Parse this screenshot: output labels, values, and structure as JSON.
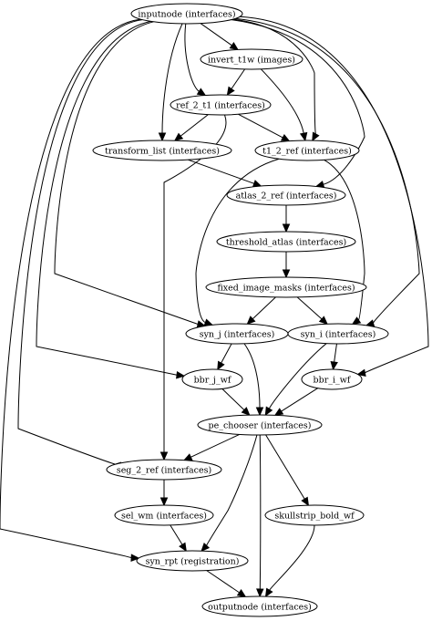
{
  "nodes": [
    {
      "id": "inputnode",
      "label": "inputnode (interfaces)"
    },
    {
      "id": "invert_t1w",
      "label": "invert_t1w (images)"
    },
    {
      "id": "ref_2_t1",
      "label": "ref_2_t1 (interfaces)"
    },
    {
      "id": "transform_list",
      "label": "transform_list (interfaces)"
    },
    {
      "id": "t1_2_ref",
      "label": "t1_2_ref (interfaces)"
    },
    {
      "id": "atlas_2_ref",
      "label": "atlas_2_ref (interfaces)"
    },
    {
      "id": "threshold_atlas",
      "label": "threshold_atlas (interfaces)"
    },
    {
      "id": "fixed_image_masks",
      "label": "fixed_image_masks (interfaces)"
    },
    {
      "id": "syn_j",
      "label": "syn_j (interfaces)"
    },
    {
      "id": "syn_i",
      "label": "syn_i (interfaces)"
    },
    {
      "id": "bbr_j_wf",
      "label": "bbr_j_wf"
    },
    {
      "id": "bbr_i_wf",
      "label": "bbr_i_wf"
    },
    {
      "id": "pe_chooser",
      "label": "pe_chooser (interfaces)"
    },
    {
      "id": "seg_2_ref",
      "label": "seg_2_ref (interfaces)"
    },
    {
      "id": "sel_wm",
      "label": "sel_wm (interfaces)"
    },
    {
      "id": "skullstrip_bold_wf",
      "label": "skullstrip_bold_wf"
    },
    {
      "id": "syn_rpt",
      "label": "syn_rpt (registration)"
    },
    {
      "id": "outputnode",
      "label": "outputnode (interfaces)"
    }
  ],
  "edges": [
    {
      "from": "inputnode",
      "to": "invert_t1w"
    },
    {
      "from": "inputnode",
      "to": "ref_2_t1"
    },
    {
      "from": "inputnode",
      "to": "transform_list"
    },
    {
      "from": "inputnode",
      "to": "t1_2_ref"
    },
    {
      "from": "inputnode",
      "to": "atlas_2_ref"
    },
    {
      "from": "inputnode",
      "to": "syn_j"
    },
    {
      "from": "inputnode",
      "to": "syn_i"
    },
    {
      "from": "inputnode",
      "to": "bbr_j_wf"
    },
    {
      "from": "inputnode",
      "to": "bbr_i_wf"
    },
    {
      "from": "inputnode",
      "to": "seg_2_ref"
    },
    {
      "from": "inputnode",
      "to": "syn_rpt"
    },
    {
      "from": "invert_t1w",
      "to": "ref_2_t1"
    },
    {
      "from": "invert_t1w",
      "to": "t1_2_ref"
    },
    {
      "from": "ref_2_t1",
      "to": "transform_list"
    },
    {
      "from": "ref_2_t1",
      "to": "t1_2_ref"
    },
    {
      "from": "ref_2_t1",
      "to": "seg_2_ref"
    },
    {
      "from": "transform_list",
      "to": "atlas_2_ref"
    },
    {
      "from": "t1_2_ref",
      "to": "syn_j"
    },
    {
      "from": "t1_2_ref",
      "to": "syn_i"
    },
    {
      "from": "atlas_2_ref",
      "to": "threshold_atlas"
    },
    {
      "from": "threshold_atlas",
      "to": "fixed_image_masks"
    },
    {
      "from": "fixed_image_masks",
      "to": "syn_j"
    },
    {
      "from": "fixed_image_masks",
      "to": "syn_i"
    },
    {
      "from": "syn_j",
      "to": "bbr_j_wf"
    },
    {
      "from": "syn_j",
      "to": "pe_chooser"
    },
    {
      "from": "syn_i",
      "to": "bbr_i_wf"
    },
    {
      "from": "syn_i",
      "to": "pe_chooser"
    },
    {
      "from": "bbr_j_wf",
      "to": "pe_chooser"
    },
    {
      "from": "bbr_i_wf",
      "to": "pe_chooser"
    },
    {
      "from": "pe_chooser",
      "to": "seg_2_ref"
    },
    {
      "from": "pe_chooser",
      "to": "syn_rpt"
    },
    {
      "from": "pe_chooser",
      "to": "skullstrip_bold_wf"
    },
    {
      "from": "pe_chooser",
      "to": "outputnode"
    },
    {
      "from": "seg_2_ref",
      "to": "sel_wm"
    },
    {
      "from": "sel_wm",
      "to": "syn_rpt"
    },
    {
      "from": "syn_rpt",
      "to": "outputnode"
    },
    {
      "from": "skullstrip_bold_wf",
      "to": "outputnode"
    }
  ]
}
